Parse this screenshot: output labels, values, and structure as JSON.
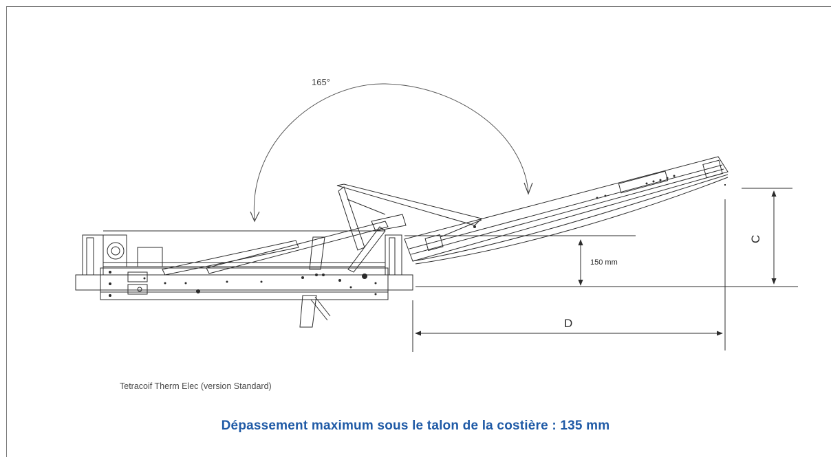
{
  "diagram": {
    "angle_label": "165°",
    "height_label": "150 mm",
    "dim_c_label": "C",
    "dim_d_label": "D"
  },
  "caption": "Tetracoif Therm Elec (version Standard)",
  "headline": "Dépassement maximum sous le talon de la costière : 135 mm",
  "colors": {
    "line": "#2b2b2b",
    "headline": "#1f5aa6",
    "caption": "#4a4a4a"
  }
}
